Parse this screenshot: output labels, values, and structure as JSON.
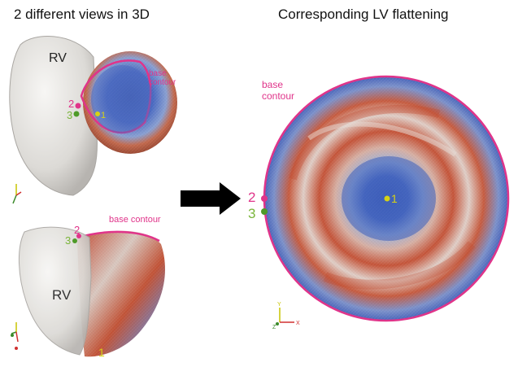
{
  "titles": {
    "left": "2 different views in 3D",
    "right": "Corresponding LV flattening"
  },
  "views": {
    "top": {
      "rv_label": "RV",
      "base_label": "base\ncontour",
      "marker_1": "1",
      "marker_2": "2",
      "marker_3": "3"
    },
    "bottom": {
      "rv_label": "RV",
      "base_label": "base contour",
      "marker_1": "1",
      "marker_2": "2",
      "marker_3": "3"
    }
  },
  "flattening": {
    "base_label": "base\ncontour",
    "marker_1": "1",
    "marker_2": "2",
    "marker_3": "3"
  },
  "axes": {
    "x": "X",
    "y": "Y",
    "z": "Z"
  },
  "colors": {
    "marker_1": "#d6d214",
    "marker_2": "#e0348a",
    "marker_3": "#4e9a28",
    "contour": "#e0348a",
    "high": "#c0432a",
    "low": "#3f5fb4"
  }
}
